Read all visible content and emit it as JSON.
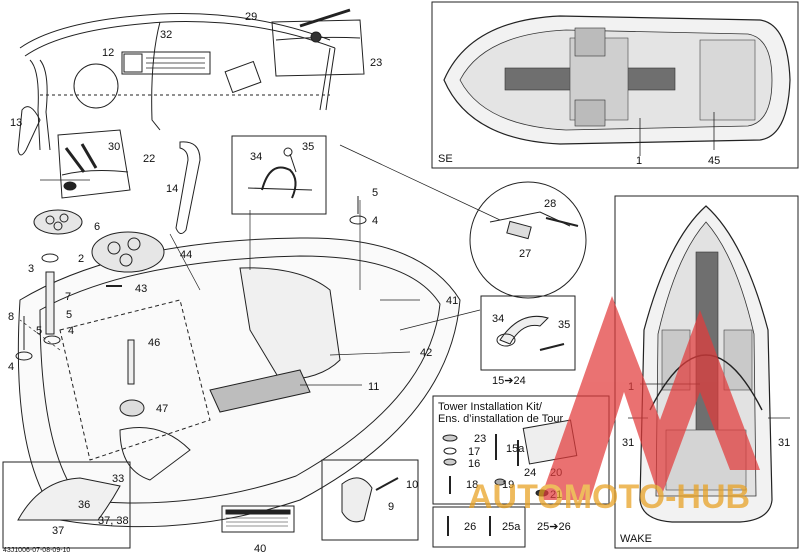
{
  "callouts": {
    "n1": "1",
    "n2": "2",
    "n3": "3",
    "n4": "4",
    "n5": "5",
    "n6": "6",
    "n7": "7",
    "n8": "8",
    "n9": "9",
    "n10": "10",
    "n11": "11",
    "n12": "12",
    "n13": "13",
    "n14": "14",
    "n22": "22",
    "n23": "23",
    "n27": "27",
    "n28": "28",
    "n29": "29",
    "n30": "30",
    "n31": "31",
    "n32": "32",
    "n33": "33",
    "n34": "34",
    "n35": "35",
    "n36": "36",
    "n37": "37",
    "n37_38": "37, 38",
    "n40": "40",
    "n41": "41",
    "n42": "42",
    "n43": "43",
    "n44": "44",
    "n45": "45",
    "n46": "46",
    "n47": "47",
    "range_15_24": "15➔24"
  },
  "panels": {
    "se_label": "SE",
    "wake_label": "WAKE"
  },
  "tower_kit": {
    "title_en": "Tower Installation Kit/",
    "title_fr": "Ens. d’installation de Tour",
    "items": {
      "i23": "23",
      "i15a": "15a",
      "i17": "17",
      "i16": "16",
      "i24": "24",
      "i20": "20",
      "i18": "18",
      "i19": "19",
      "i21": "21"
    }
  },
  "hardware_box": {
    "i26": "26",
    "i25a": "25a",
    "range_25_26": "25➔26"
  },
  "footer": {
    "ref_code": "43J1006-07-08-09-10"
  },
  "watermark": {
    "text": "AUTOMOTO-HUB",
    "color": "#e8a020",
    "logo_color": "#e23b3b"
  }
}
